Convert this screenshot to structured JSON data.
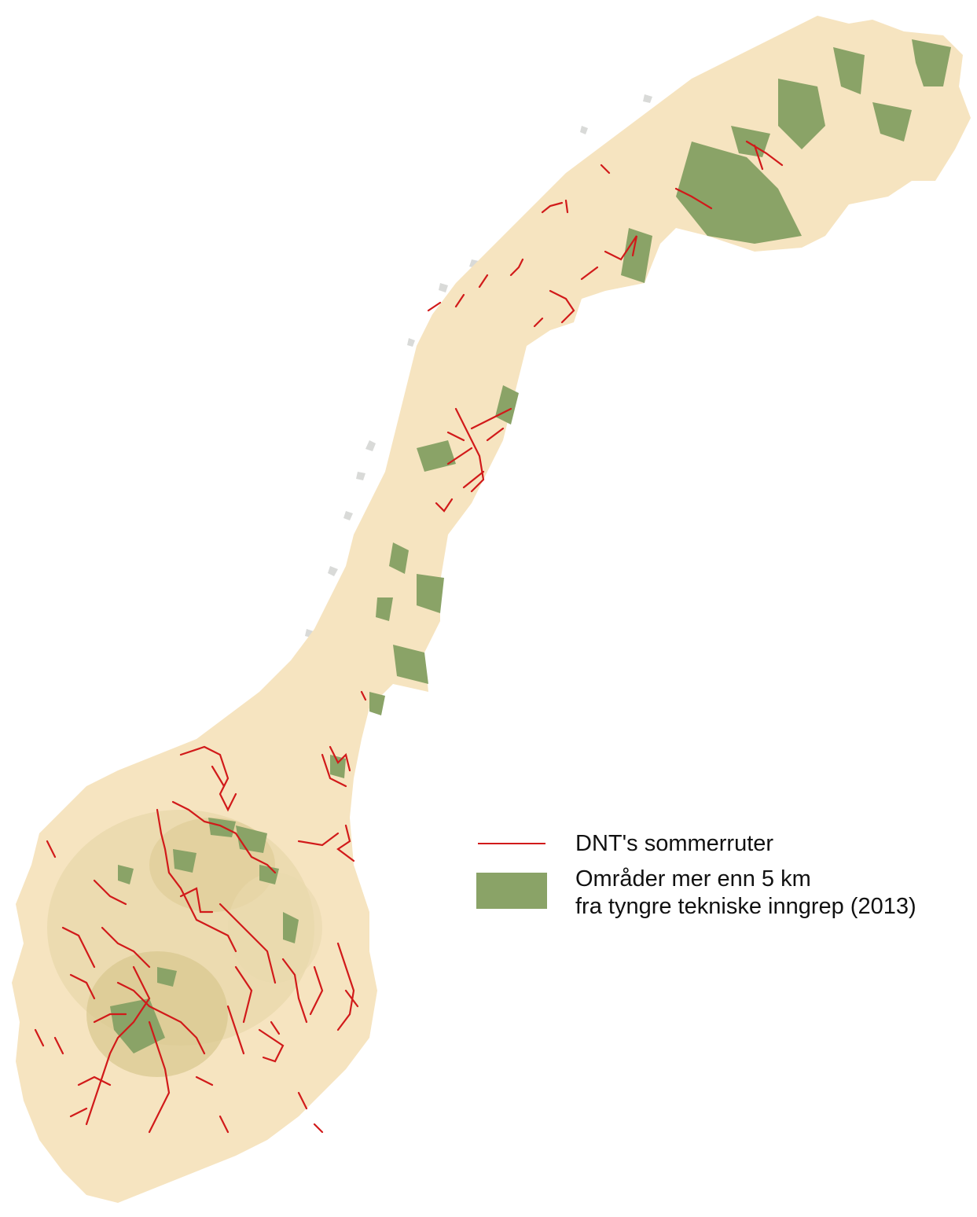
{
  "map": {
    "subject": "Norway",
    "colors": {
      "land": "#f6e4c0",
      "land_mountain": "#ead9ad",
      "highland": "#d9c78e",
      "wilderness": "#8aa367",
      "trail": "#d11a1a",
      "coast_shadow": "#c9cbc8"
    }
  },
  "legend": {
    "route_label": "DNT's sommerruter",
    "area_label_line1": "Områder mer enn 5 km",
    "area_label_line2": "fra tyngre tekniske inngrep (2013)",
    "route_color": "#d11a1a",
    "area_color": "#8aa367"
  }
}
